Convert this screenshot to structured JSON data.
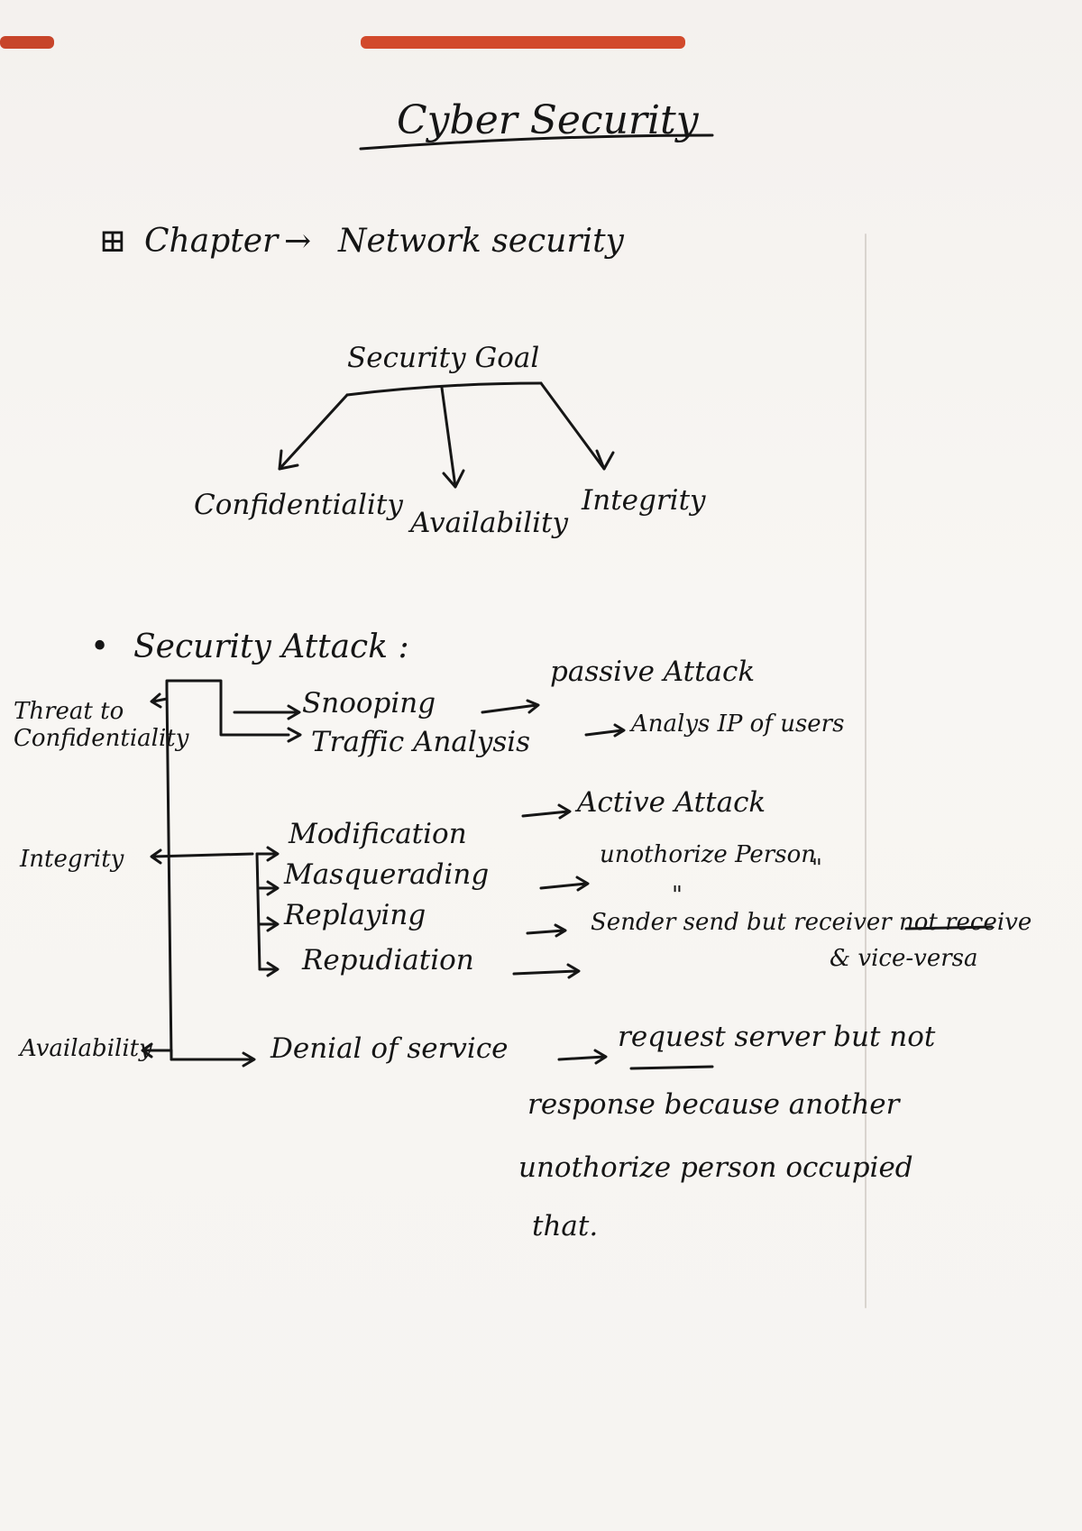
{
  "title": "Cyber Security",
  "chapter": {
    "label": "Chapter",
    "topic": "Network security"
  },
  "goal": {
    "heading": "Security Goal",
    "items": [
      "Confidentiality",
      "Availability",
      "Integrity"
    ]
  },
  "attack": {
    "heading": "Security Attack :",
    "groups": {
      "threat_confidentiality": "Threat to Confidentiality",
      "integrity": "Integrity",
      "availability": "Availability"
    },
    "passive_label": "passive Attack",
    "active_label": "Active Attack",
    "items": {
      "snooping": "Snooping",
      "traffic": "Traffic Analysis",
      "traffic_note": "Analys IP of users",
      "modification": "Modification",
      "masquerading": "Masquerading",
      "masquerading_note": "unothorize Person",
      "ditto1": "\"",
      "replaying": "Replaying",
      "ditto2": "\"",
      "repudiation": "Repudiation",
      "repudiation_note_1": "Sender send but receiver not receive",
      "repudiation_note_2": "& vice-versa",
      "dos": "Denial of service",
      "dos_note_1": "request server but not",
      "dos_note_2": "response because another",
      "dos_note_3": "unothorize person occupied",
      "dos_note_4": "that."
    }
  }
}
